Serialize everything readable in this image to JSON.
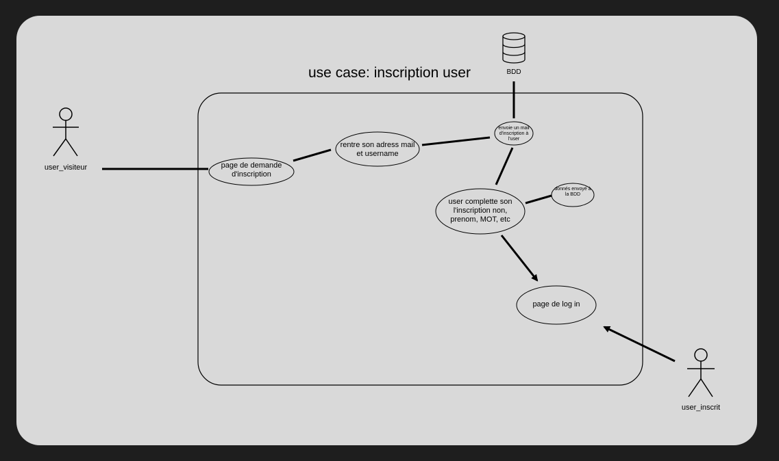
{
  "diagram": {
    "title": "use case: inscription user",
    "database_label": "BDD",
    "actors": {
      "visitor": "user_visiteur",
      "registered": "user_inscrit"
    },
    "use_cases": {
      "signup_page": "page de demande d'inscription",
      "enter_email": "rentre son adress mail et username",
      "send_mail": "envoie un mail d'inscription à l'user",
      "complete_signup": "user complette son l'inscription non, prenom, MOT, etc",
      "data_sent": "donnés envoyé à la BDD",
      "login_page": "page de log in"
    }
  },
  "icons": {
    "database": "database-icon",
    "actor": "stick-figure-icon"
  },
  "colors": {
    "background": "#1e1e1e",
    "canvas": "#d9d9d9",
    "stroke": "#000000"
  }
}
